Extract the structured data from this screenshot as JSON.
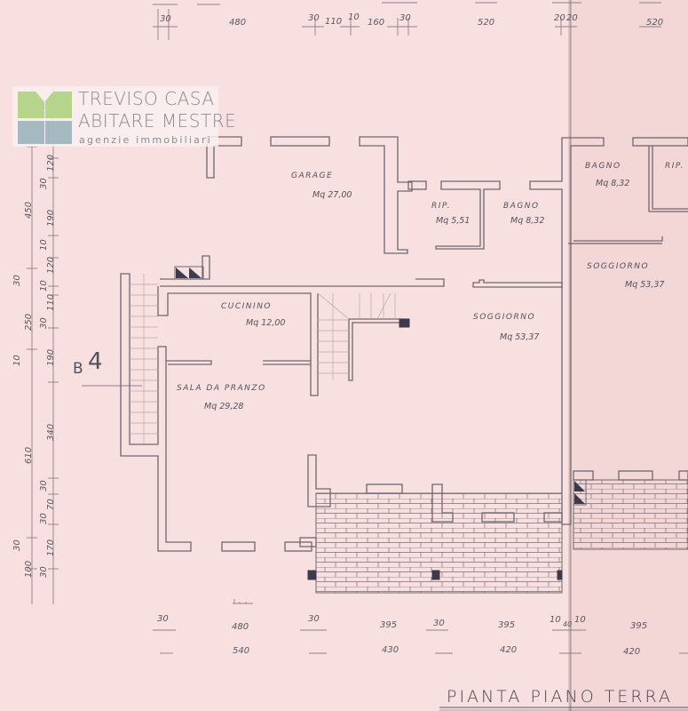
{
  "title": "PIANTA PIANO TERRA",
  "logo": {
    "line1": "TREVISO CASA",
    "line2": "ABITARE MESTRE",
    "line3": "agenzie immobiliari",
    "colors": {
      "green": "#b7d48c",
      "blue": "#a5b9c0",
      "text": "#8c8a90"
    }
  },
  "section_marker": {
    "label": "B",
    "number": "4"
  },
  "rooms": [
    {
      "name": "GARAGE",
      "area": "Mq 27,00"
    },
    {
      "name": "RIP.",
      "area": "Mq 5,51"
    },
    {
      "name": "BAGNO",
      "area": "Mq 8,32"
    },
    {
      "name": "BAGNO",
      "area": "Mq 8,32"
    },
    {
      "name": "RIP.",
      "area": ""
    },
    {
      "name": "SOGGIORNO",
      "area": "Mq 53,37"
    },
    {
      "name": "SOGGIORNO",
      "area": "Mq 53,37"
    },
    {
      "name": "CUCININO",
      "area": "Mq 12,00"
    },
    {
      "name": "SALA DA PRANZO",
      "area": "Mq 29,28"
    }
  ],
  "dimensions": {
    "top_row": [
      "30",
      "480",
      "30",
      "110",
      "10",
      "160",
      "30",
      "520",
      "20",
      "20",
      "520"
    ],
    "bottom_row1": [
      "30",
      "480",
      "30",
      "395",
      "30",
      "395",
      "10",
      "40",
      "10",
      "395"
    ],
    "bottom_row2": [
      "540",
      "430",
      "420",
      "420"
    ],
    "left_outer": [
      "450",
      "30",
      "250",
      "10",
      "610",
      "30",
      "100"
    ],
    "left_inner": [
      "30",
      "120",
      "30",
      "190",
      "10",
      "120",
      "10",
      "110",
      "30",
      "190",
      "340",
      "30",
      "70",
      "30",
      "170",
      "30"
    ]
  },
  "colors": {
    "paper": "#f7e0df",
    "ink": "#6f6770",
    "fill": "#3d3a4d"
  }
}
